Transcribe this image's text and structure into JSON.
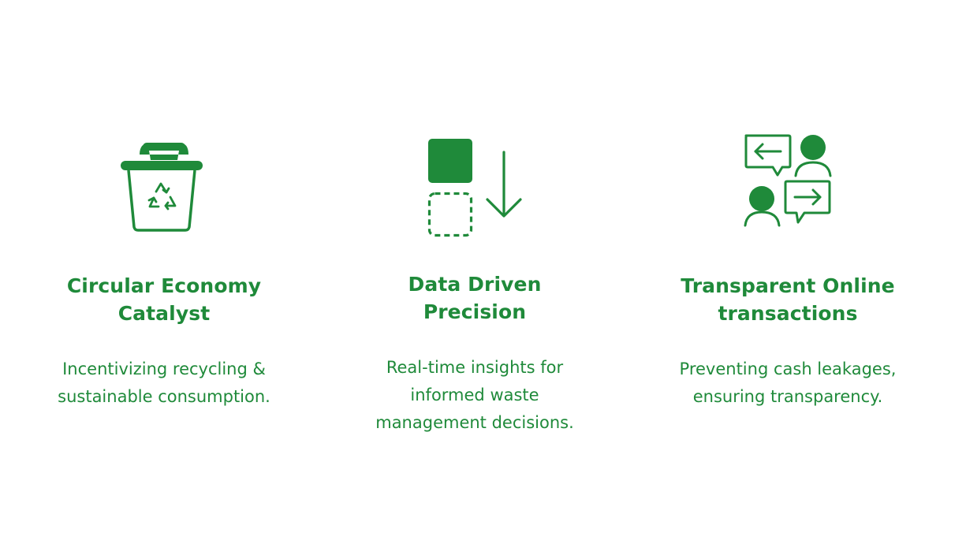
{
  "colors": {
    "brand_green": "#1f8a3a",
    "background": "#ffffff"
  },
  "features": [
    {
      "icon": "recycle-bin-icon",
      "title_lines": [
        "Circular Economy",
        "Catalyst"
      ],
      "desc_lines": [
        "Incentivizing recycling &",
        "sustainable consumption."
      ]
    },
    {
      "icon": "data-sort-down-icon",
      "title_lines": [
        "Data Driven",
        "Precision"
      ],
      "desc_lines": [
        "Real-time insights for",
        "informed waste",
        "management decisions."
      ]
    },
    {
      "icon": "people-exchange-icon",
      "title_lines": [
        "Transparent Online",
        "transactions"
      ],
      "desc_lines": [
        "Preventing cash leakages,",
        "ensuring transparency."
      ]
    }
  ]
}
